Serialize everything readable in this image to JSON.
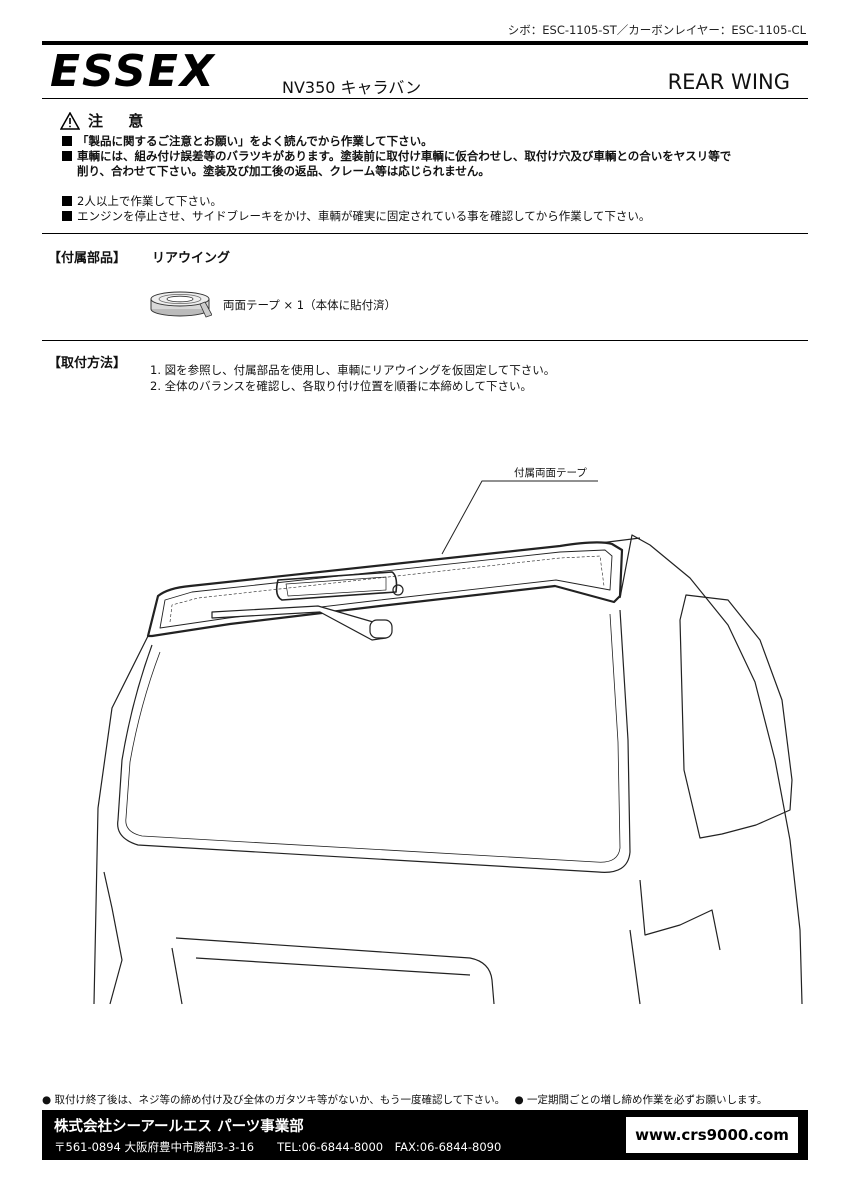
{
  "header": {
    "part_codes": "シボ：ESC-1105-ST／カーボンレイヤー：ESC-1105-CL",
    "brand": "ESSEX",
    "model": "NV350 キャラバン",
    "product": "REAR WING"
  },
  "caution": {
    "title": "注 意",
    "lines": [
      "「製品に関するご注意とお願い」をよく読んでから作業して下さい。",
      "車輌には、組み付け誤差等のバラツキがあります。塗装前に取付け車輌に仮合わせし、取付け穴及び車輌との合いをヤスリ等で",
      "削り、合わせて下さい。塗装及び加工後の返品、クレーム等は応じられません。",
      "2人以上で作業して下さい。",
      "エンジンを停止させ、サイドブレーキをかけ、車輌が確実に固定されている事を確認してから作業して下さい。"
    ]
  },
  "parts": {
    "label": "【付属部品】",
    "product_name": "リアウイング",
    "tape": "両面テープ × 1（本体に貼付済）"
  },
  "installation": {
    "label": "【取付方法】",
    "steps": [
      "1. 図を参照し、付属部品を使用し、車輌にリアウイングを仮固定して下さい。",
      "2. 全体のバランスを確認し、各取り付け位置を順番に本締めして下さい。"
    ]
  },
  "diagram": {
    "callout": "付属両面テープ"
  },
  "footer": {
    "note1": "取付け終了後は、ネジ等の締め付け及び全体のガタツキ等がないか、もう一度確認して下さい。",
    "note2": "一定期間ごとの増し締め作業を必ずお願いします。",
    "company": "株式会社シーアールエス パーツ事業部",
    "address": "〒561-0894 大阪府豊中市勝部3-3-16　　TEL:06-6844-8000　FAX:06-6844-8090",
    "url": "www.crs9000.com"
  }
}
